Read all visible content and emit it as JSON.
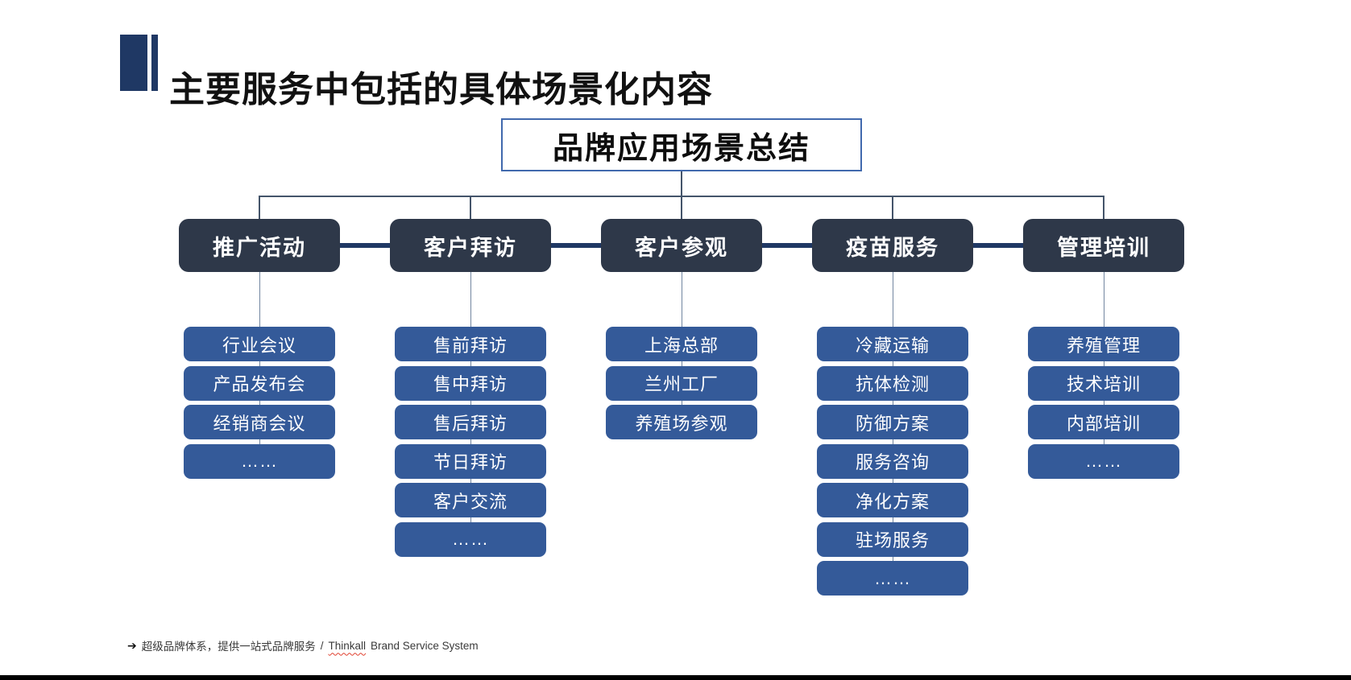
{
  "page": {
    "title": "主要服务中包括的具体场景化内容"
  },
  "tree": {
    "root": "品牌应用场景总结",
    "columns": [
      {
        "header": "推广活动",
        "items": [
          "行业会议",
          "产品发布会",
          "经销商会议",
          "……"
        ]
      },
      {
        "header": "客户拜访",
        "items": [
          "售前拜访",
          "售中拜访",
          "售后拜访",
          "节日拜访",
          "客户交流",
          "……"
        ]
      },
      {
        "header": "客户参观",
        "items": [
          "上海总部",
          "兰州工厂",
          "养殖场参观"
        ]
      },
      {
        "header": "疫苗服务",
        "items": [
          "冷藏运输",
          "抗体检测",
          "防御方案",
          "服务咨询",
          "净化方案",
          "驻场服务",
          "……"
        ]
      },
      {
        "header": "管理培训",
        "items": [
          "养殖管理",
          "技术培训",
          "内部培训",
          "……"
        ]
      }
    ]
  },
  "footer": {
    "arrow": "➔",
    "text_cn": "超级品牌体系，提供一站式品牌服务",
    "separator": "/",
    "brand_word": "Thinkall",
    "text_en": "Brand Service System"
  },
  "colors": {
    "navy": "#1f3864",
    "header_bg": "#2e3849",
    "item_bg": "#345a99",
    "root_border": "#4169ad",
    "connector": "#44546a",
    "column_line": "#7286a0",
    "spellcheck_red": "#e0402f"
  }
}
